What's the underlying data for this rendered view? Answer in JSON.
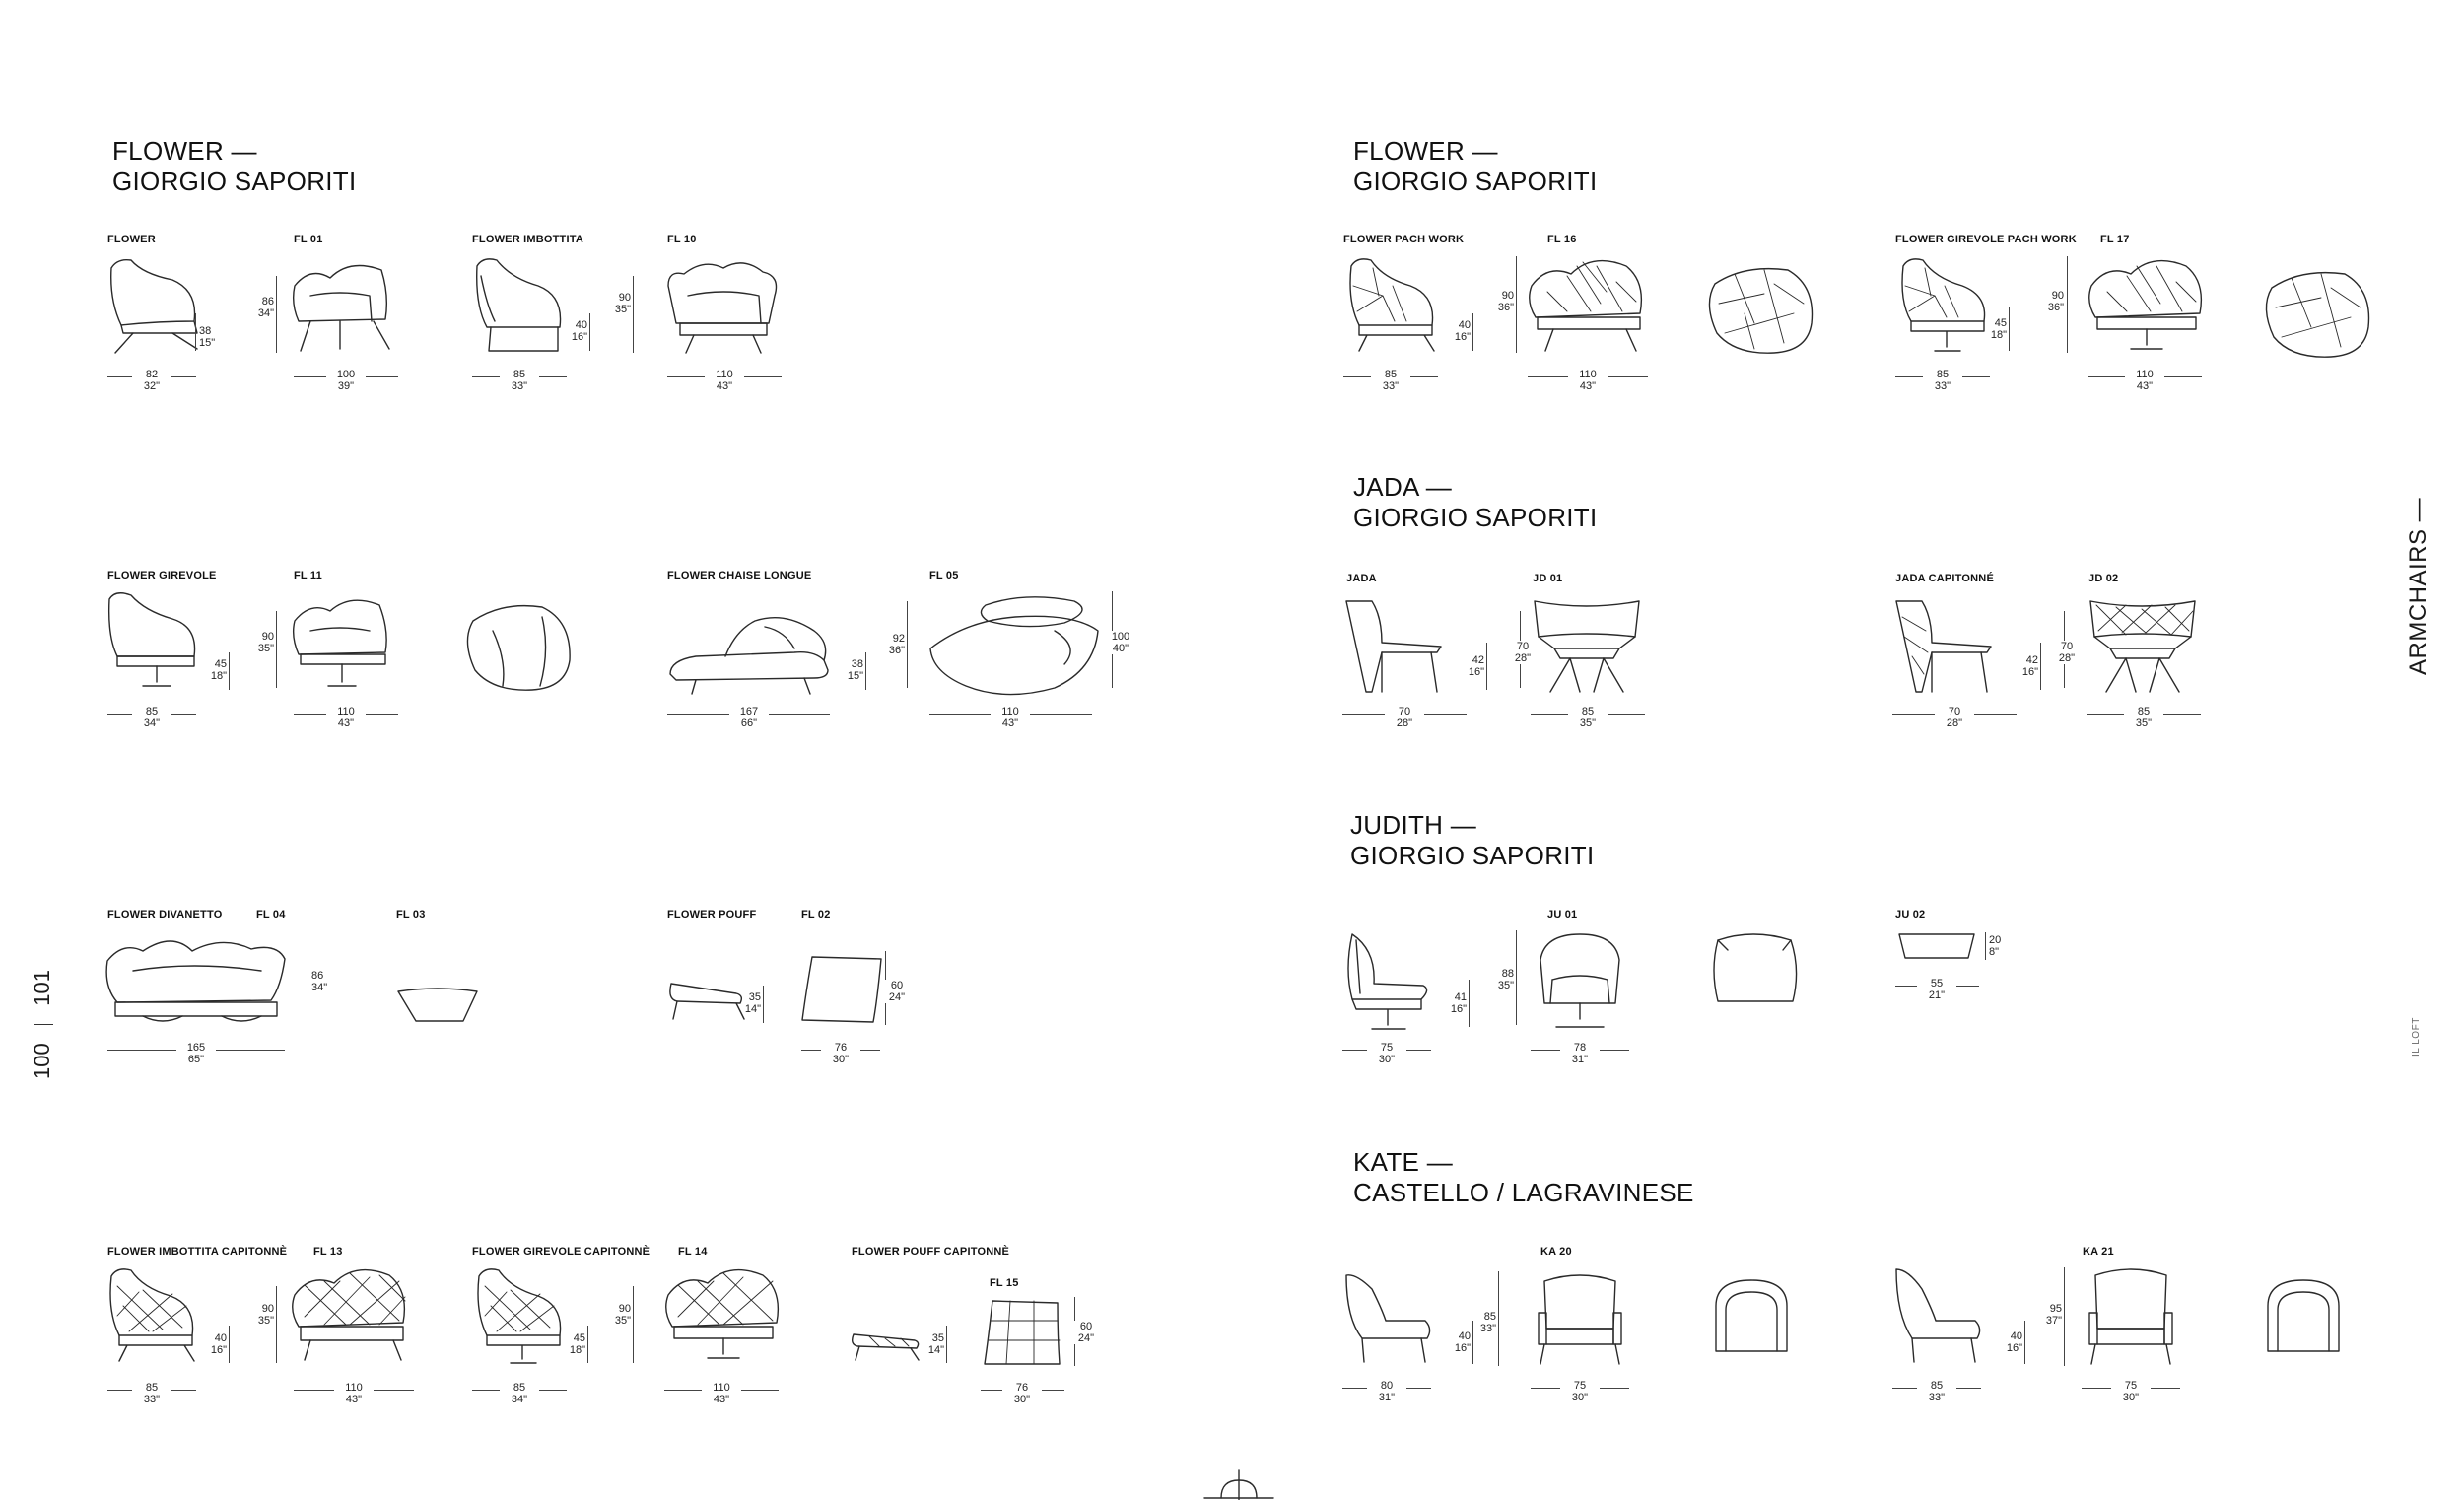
{
  "sections": {
    "flower_left": {
      "name": "FLOWER —",
      "designer": "GIORGIO SAPORITI"
    },
    "flower_right": {
      "name": "FLOWER —",
      "designer": "GIORGIO SAPORITI"
    },
    "jada": {
      "name": "JADA —",
      "designer": "GIORGIO SAPORITI"
    },
    "judith": {
      "name": "JUDITH —",
      "designer": "GIORGIO SAPORITI"
    },
    "kate": {
      "name": "KATE —",
      "designer": "CASTELLO / LAGRAVINESE"
    }
  },
  "labels": {
    "flower": "FLOWER",
    "fl01": "FL 01",
    "flower_imbottita": "FLOWER IMBOTTITA",
    "fl10": "FL 10",
    "flower_girevole": "FLOWER GIREVOLE",
    "fl11": "FL 11",
    "flower_chaise": "FLOWER CHAISE LONGUE",
    "fl05": "FL 05",
    "flower_divanetto": "FLOWER DIVANETTO",
    "fl04": "FL 04",
    "fl03": "FL 03",
    "flower_pouff": "FLOWER POUFF",
    "fl02": "FL 02",
    "flower_imb_cap": "FLOWER IMBOTTITA CAPITONNÈ",
    "fl13": "FL 13",
    "flower_gir_cap": "FLOWER GIREVOLE CAPITONNÈ",
    "fl14": "FL 14",
    "flower_pouff_cap": "FLOWER POUFF CAPITONNÈ",
    "fl15": "FL 15",
    "flower_pach": "FLOWER PACH WORK",
    "fl16": "FL 16",
    "flower_gir_pach": "FLOWER GIREVOLE PACH WORK",
    "fl17": "FL 17",
    "jada_l": "JADA",
    "jd01": "JD 01",
    "jada_cap": "JADA CAPITONNÉ",
    "jd02": "JD 02",
    "ju01": "JU 01",
    "ju02": "JU 02",
    "ka20": "KA 20",
    "ka21": "KA 21"
  },
  "dims": {
    "d1": [
      "82",
      "32\""
    ],
    "d2": [
      "38",
      "15\""
    ],
    "d3": [
      "86",
      "34\""
    ],
    "d4": [
      "100",
      "39\""
    ],
    "d5": [
      "85",
      "33\""
    ],
    "d6": [
      "40",
      "16\""
    ],
    "d7": [
      "90",
      "35\""
    ],
    "d8": [
      "110",
      "43\""
    ],
    "d9": [
      "85",
      "34\""
    ],
    "d10": [
      "45",
      "18\""
    ],
    "d11": [
      "90",
      "35\""
    ],
    "d12": [
      "110",
      "43\""
    ],
    "d13": [
      "167",
      "66\""
    ],
    "d14": [
      "38",
      "15\""
    ],
    "d15": [
      "92",
      "36\""
    ],
    "d16": [
      "110",
      "43\""
    ],
    "d17": [
      "100",
      "40\""
    ],
    "d18": [
      "165",
      "65\""
    ],
    "d19": [
      "86",
      "34\""
    ],
    "d20": [
      "35",
      "14\""
    ],
    "d21": [
      "60",
      "24\""
    ],
    "d22": [
      "76",
      "30\""
    ],
    "d23": [
      "85",
      "33\""
    ],
    "d24": [
      "40",
      "16\""
    ],
    "d25": [
      "90",
      "35\""
    ],
    "d26": [
      "110",
      "43\""
    ],
    "d27": [
      "85",
      "34\""
    ],
    "d28": [
      "45",
      "18\""
    ],
    "d29": [
      "90",
      "35\""
    ],
    "d30": [
      "110",
      "43\""
    ],
    "d31": [
      "35",
      "14\""
    ],
    "d32": [
      "60",
      "24\""
    ],
    "d33": [
      "76",
      "30\""
    ],
    "r1": [
      "85",
      "33\""
    ],
    "r2": [
      "40",
      "16\""
    ],
    "r3": [
      "90",
      "36\""
    ],
    "r4": [
      "110",
      "43\""
    ],
    "r5": [
      "85",
      "33\""
    ],
    "r6": [
      "45",
      "18\""
    ],
    "r7": [
      "90",
      "36\""
    ],
    "r8": [
      "110",
      "43\""
    ],
    "r9": [
      "70",
      "28\""
    ],
    "r10": [
      "42",
      "16\""
    ],
    "r11": [
      "70",
      "28\""
    ],
    "r12": [
      "85",
      "35\""
    ],
    "r13": [
      "70",
      "28\""
    ],
    "r14": [
      "42",
      "16\""
    ],
    "r15": [
      "70",
      "28\""
    ],
    "r16": [
      "85",
      "35\""
    ],
    "r17": [
      "75",
      "30\""
    ],
    "r18": [
      "41",
      "16\""
    ],
    "r19": [
      "88",
      "35\""
    ],
    "r20": [
      "78",
      "31\""
    ],
    "r21": [
      "20",
      "8\""
    ],
    "r22": [
      "55",
      "21\""
    ],
    "r23": [
      "80",
      "31\""
    ],
    "r24": [
      "40",
      "16\""
    ],
    "r25": [
      "85",
      "33\""
    ],
    "r26": [
      "75",
      "30\""
    ],
    "r27": [
      "85",
      "33\""
    ],
    "r28": [
      "40",
      "16\""
    ],
    "r29": [
      "95",
      "37\""
    ],
    "r30": [
      "75",
      "30\""
    ]
  },
  "page": {
    "numbers_left": "100",
    "numbers_right": "101",
    "side_title": "ARMCHAIRS —",
    "side_footer": "IL LOFT"
  }
}
